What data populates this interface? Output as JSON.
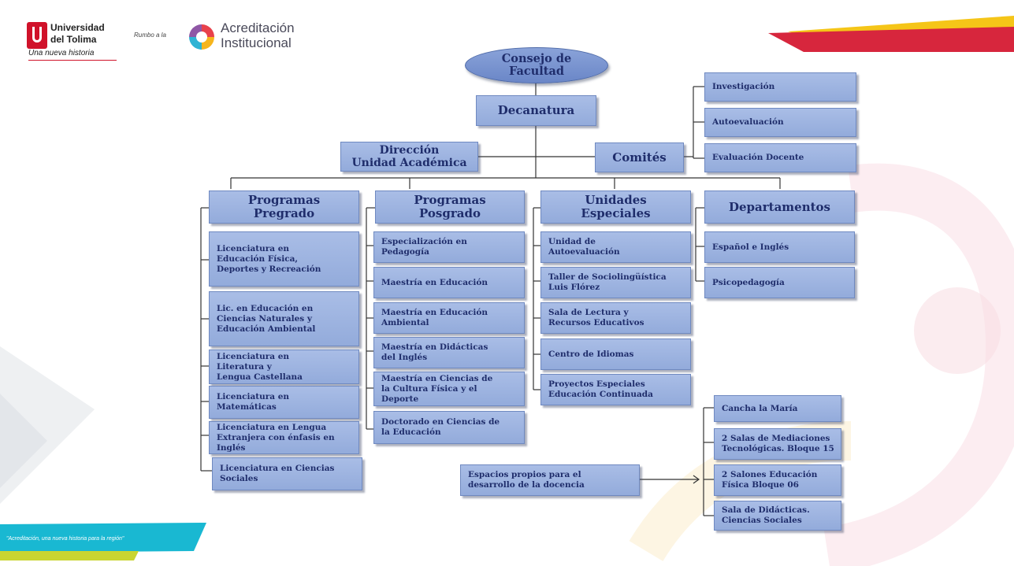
{
  "header": {
    "university_line1": "Universidad",
    "university_line2": "del Tolima",
    "tagline": "Una nueva historia",
    "rumbo_text": "Rumbo a la",
    "accreditation_line1": "Acreditación",
    "accreditation_line2": "Institucional"
  },
  "footer": {
    "slogan": "\"Acreditación, una nueva historia para la región\""
  },
  "colors": {
    "box_fill": "#9db3e2",
    "box_border": "#6f89c0",
    "text": "#1f2d6b",
    "lines": "#333333",
    "brand_red": "#d0122a",
    "banner_cyan": "#19b8d2"
  },
  "nodes": {
    "consejo": "Consejo de\nFacultad",
    "decanatura": "Decanatura",
    "direccion": "Dirección\nUnidad Académica",
    "comites": "Comités",
    "comite_items": [
      "Investigación",
      "Autoevaluación",
      "Evaluación Docente"
    ],
    "programas_pregrado": "Programas\nPregrado",
    "programas_posgrado": "Programas\nPosgrado",
    "unidades_especiales": "Unidades\nEspeciales",
    "departamentos": "Departamentos",
    "pregrado_items": [
      "Licenciatura en\nEducación Física,\nDeportes y Recreación",
      "Lic. en Educación  en\nCiencias Naturales y\nEducación Ambiental",
      "Licenciatura en\nLiteratura y\nLengua Castellana",
      "Licenciatura en\nMatemáticas",
      "Licenciatura en Lengua\nExtranjera con énfasis en\nInglés",
      "Licenciatura en Ciencias\nSociales"
    ],
    "posgrado_items": [
      "Especialización en\nPedagogía",
      "Maestría en Educación",
      "Maestría en Educación\nAmbiental",
      "Maestría en Didácticas\ndel Inglés",
      "Maestría en Ciencias de\nla Cultura Física y el\nDeporte",
      "Doctorado en Ciencias de\nla Educación"
    ],
    "unidades_items": [
      "Unidad de\nAutoevaluación",
      "Taller de Sociolingüística\nLuis Flórez",
      "Sala de Lectura y\nRecursos Educativos",
      "Centro de Idiomas",
      "Proyectos Especiales\nEducación Continuada"
    ],
    "departamentos_items": [
      "Español e Inglés",
      "Psicopedagogía"
    ],
    "espacios": "Espacios propios para el\ndesarrollo de la docencia",
    "espacios_items": [
      "Cancha la María",
      "2  Salas de Mediaciones\nTecnológicas. Bloque 15",
      "2  Salones Educación\nFísica Bloque 06",
      "Sala de Didácticas.\nCiencias Sociales"
    ]
  }
}
